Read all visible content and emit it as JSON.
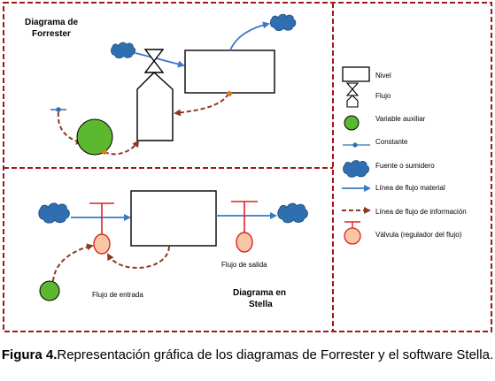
{
  "forrester": {
    "title_line1": "Diagrama de",
    "title_line2": "Forrester"
  },
  "stella": {
    "title_line1": "Diagrama en",
    "title_line2": "Stella",
    "inflow_label": "Flujo de entrada",
    "outflow_label": "Flujo de salida"
  },
  "legend": {
    "nivel": "Nivel",
    "flujo": "Flujo",
    "variable_auxiliar": "Variable auxiliar",
    "constante": "Constante",
    "fuente_sumidero": "Fuente o sumidero",
    "linea_flujo_material": "Línea de flujo material",
    "linea_flujo_informacion": "Línea de flujo de información",
    "valvula": "Válvula (regulador del flujo)"
  },
  "caption": {
    "label": "Figura 4.",
    "text": "Representación gráfica de los diagramas de Forrester y el software Stella."
  },
  "colors": {
    "frame": "#a01818",
    "cloud": "#2f6faf",
    "arrow": "#3a78c6",
    "info_line": "#8a3a22",
    "green": "#5cb82e",
    "valve_fill": "#f7c7a6",
    "valve_stroke": "#e02020"
  }
}
